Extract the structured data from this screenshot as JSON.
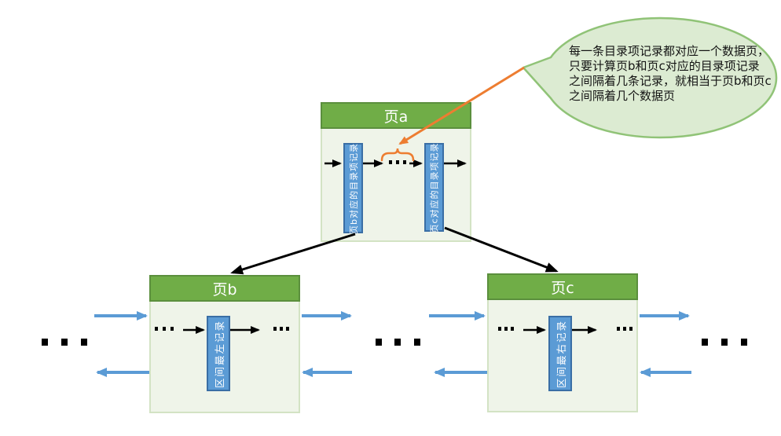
{
  "colors": {
    "header_green": "#70AD47",
    "header_green_border": "#5B8F3D",
    "page_fill": "#EFF4E9",
    "page_border": "#D3E3C4",
    "record_blue": "#5B9BD5",
    "record_blue_border": "#3A6EA5",
    "link_arrow_blue": "#5B9BD5",
    "pointer_orange": "#ED7D31",
    "bubble_fill": "#DCEBD2",
    "bubble_border": "#90C377",
    "arrow_black": "#000000"
  },
  "pages": {
    "a": {
      "title": "页a",
      "left_record": "页b对应的目录项记录",
      "right_record": "页c对应的目录项记录"
    },
    "b": {
      "title": "页b",
      "record": "区间最左记录"
    },
    "c": {
      "title": "页c",
      "record": "区间最右记录"
    }
  },
  "callout": {
    "text": "每一条目录项记录都对应一个数据页，\n只要计算页b和页c对应的目录项记录\n之间隔着几条记录，就相当于页b和页c\n之间隔着几个数据页"
  }
}
